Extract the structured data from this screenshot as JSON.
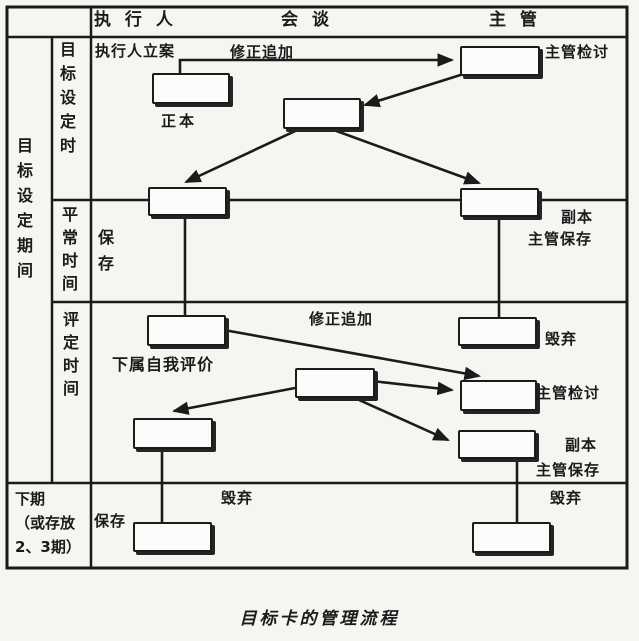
{
  "colors": {
    "ink": "#1b1b1b",
    "paper": "#f6f5f2",
    "box_fill": "#fcfbf9"
  },
  "header": {
    "executor": "执 行 人",
    "meeting": "会 谈",
    "supervisor": "主 管"
  },
  "sidebar": {
    "period": "目标设定期间"
  },
  "phases": {
    "setting": "目标设定时",
    "normal": "平常时间",
    "evaluation": "评定时间",
    "next_lines": [
      "下期",
      "（或存放",
      "2、3期）"
    ]
  },
  "annotations": {
    "executor_filing": "执行人立案",
    "revision_top": "修正追加",
    "supervisor_review_top": "主管检讨",
    "original_copy": "正本",
    "keep_normal": "保存",
    "duplicate_normal": "副本",
    "supervisor_keep_normal": "主管保存",
    "revision_eval": "修正追加",
    "self_evaluation": "下属自我评价",
    "discard_eval": "毁弃",
    "supervisor_review_eval": "主管检讨",
    "duplicate_eval": "副本",
    "supervisor_keep_eval": "主管保存",
    "keep_next": "保存",
    "discard_next_executor": "毁弃",
    "discard_next_supervisor": "毁弃"
  },
  "caption": "目标卡的管理流程"
}
